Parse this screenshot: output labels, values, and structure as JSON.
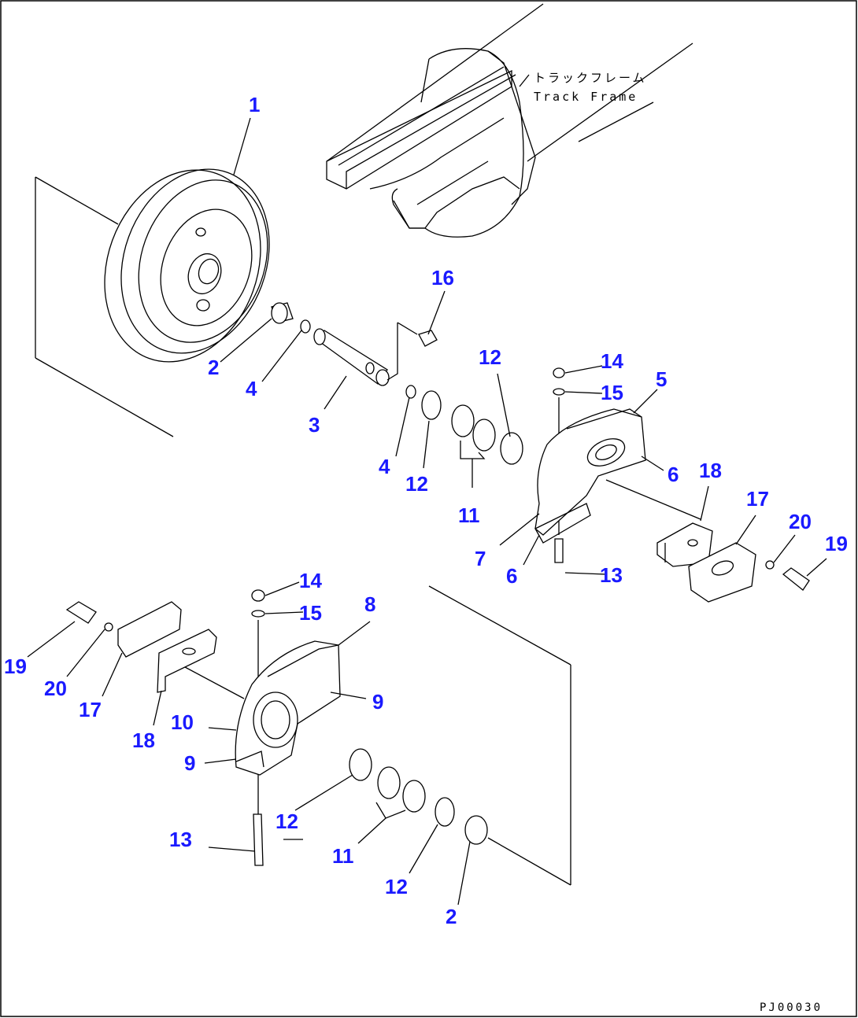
{
  "frame_label_ja": "トラックフレーム",
  "frame_label_en": "Track Frame",
  "diagram_code": "PJ00030",
  "callouts": [
    {
      "id": "c1",
      "label": "1"
    },
    {
      "id": "c2a",
      "label": "2"
    },
    {
      "id": "c4a",
      "label": "4"
    },
    {
      "id": "c3",
      "label": "3"
    },
    {
      "id": "c16",
      "label": "16"
    },
    {
      "id": "c12a",
      "label": "12"
    },
    {
      "id": "c4b",
      "label": "4"
    },
    {
      "id": "c12b",
      "label": "12"
    },
    {
      "id": "c11a",
      "label": "11"
    },
    {
      "id": "c14a",
      "label": "14"
    },
    {
      "id": "c15a",
      "label": "15"
    },
    {
      "id": "c5",
      "label": "5"
    },
    {
      "id": "c6a",
      "label": "6"
    },
    {
      "id": "c18a",
      "label": "18"
    },
    {
      "id": "c17a",
      "label": "17"
    },
    {
      "id": "c20a",
      "label": "20"
    },
    {
      "id": "c19a",
      "label": "19"
    },
    {
      "id": "c7",
      "label": "7"
    },
    {
      "id": "c6b",
      "label": "6"
    },
    {
      "id": "c13a",
      "label": "13"
    },
    {
      "id": "c14b",
      "label": "14"
    },
    {
      "id": "c15b",
      "label": "15"
    },
    {
      "id": "c8",
      "label": "8"
    },
    {
      "id": "c19b",
      "label": "19"
    },
    {
      "id": "c20b",
      "label": "20"
    },
    {
      "id": "c17b",
      "label": "17"
    },
    {
      "id": "c9a",
      "label": "9"
    },
    {
      "id": "c10",
      "label": "10"
    },
    {
      "id": "c18b",
      "label": "18"
    },
    {
      "id": "c9b",
      "label": "9"
    },
    {
      "id": "c12c",
      "label": "12"
    },
    {
      "id": "c13b",
      "label": "13"
    },
    {
      "id": "c11b",
      "label": "11"
    },
    {
      "id": "c12d",
      "label": "12"
    },
    {
      "id": "c2b",
      "label": "2"
    }
  ]
}
